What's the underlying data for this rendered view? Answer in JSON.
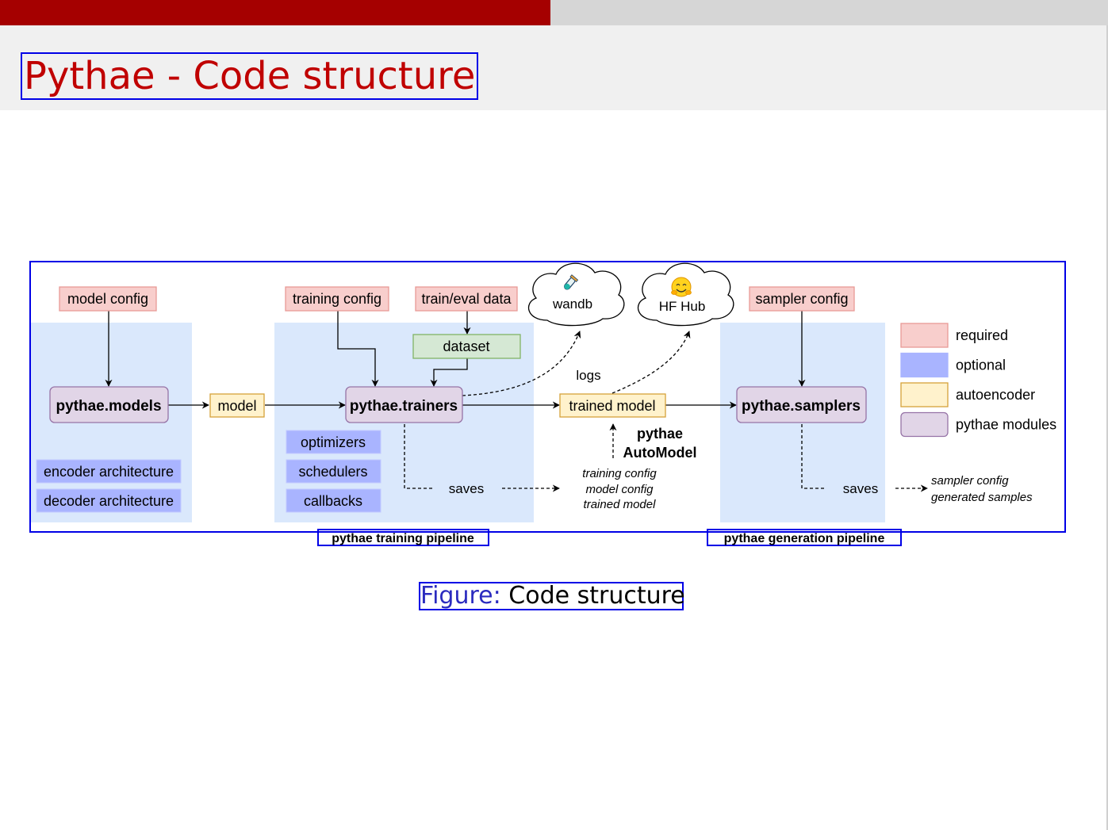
{
  "slide": {
    "title": "Pythae - Code structure",
    "progress_percent": 49.7
  },
  "diagram": {
    "required_boxes": {
      "model_config": "model config",
      "training_config": "training config",
      "train_eval_data": "train/eval data",
      "sampler_config": "sampler config"
    },
    "modules": {
      "models": "pythae.models",
      "trainers": "pythae.trainers",
      "samplers": "pythae.samplers"
    },
    "autoencoder_boxes": {
      "model": "model",
      "trained_model": "trained model"
    },
    "dataset": "dataset",
    "optional_boxes": {
      "encoder_architecture": "encoder architecture",
      "decoder_architecture": "decoder architecture",
      "optimizers": "optimizers",
      "schedulers": "schedulers",
      "callbacks": "callbacks"
    },
    "clouds": {
      "wandb": "wandb",
      "hf_hub": "HF Hub"
    },
    "labels": {
      "logs": "logs",
      "automodel_line1": "pythae",
      "automodel_line2": "AutoModel",
      "saves_training": "saves",
      "saves_generation": "saves"
    },
    "training_outputs": [
      "training config",
      "model config",
      "trained model"
    ],
    "generation_outputs": [
      "sampler config",
      "generated samples"
    ],
    "pipelines": {
      "training": "pythae training pipeline",
      "generation": "pythae generation pipeline"
    },
    "legend": [
      {
        "label": "required",
        "fill": "#f8cecc",
        "stroke": "#e89a96"
      },
      {
        "label": "optional",
        "fill": "#a9b4ff",
        "stroke": "#a9b4ff"
      },
      {
        "label": "autoencoder",
        "fill": "#fff2cc",
        "stroke": "#d6a13a"
      },
      {
        "label": "pythae modules",
        "fill": "#e1d5e7",
        "stroke": "#9673a6"
      }
    ],
    "colors": {
      "accent_red": "#c00000",
      "progress_red": "#a50000",
      "pipeline_bg": "#dae8fc",
      "dataset_fill": "#d5e8d4",
      "annotation_blue": "#0000e6"
    },
    "icons": {
      "wandb": "test-tube-icon",
      "hf_hub": "hugging-face-emoji-icon"
    }
  },
  "caption": {
    "label": "Figure:",
    "text": "Code structure"
  }
}
